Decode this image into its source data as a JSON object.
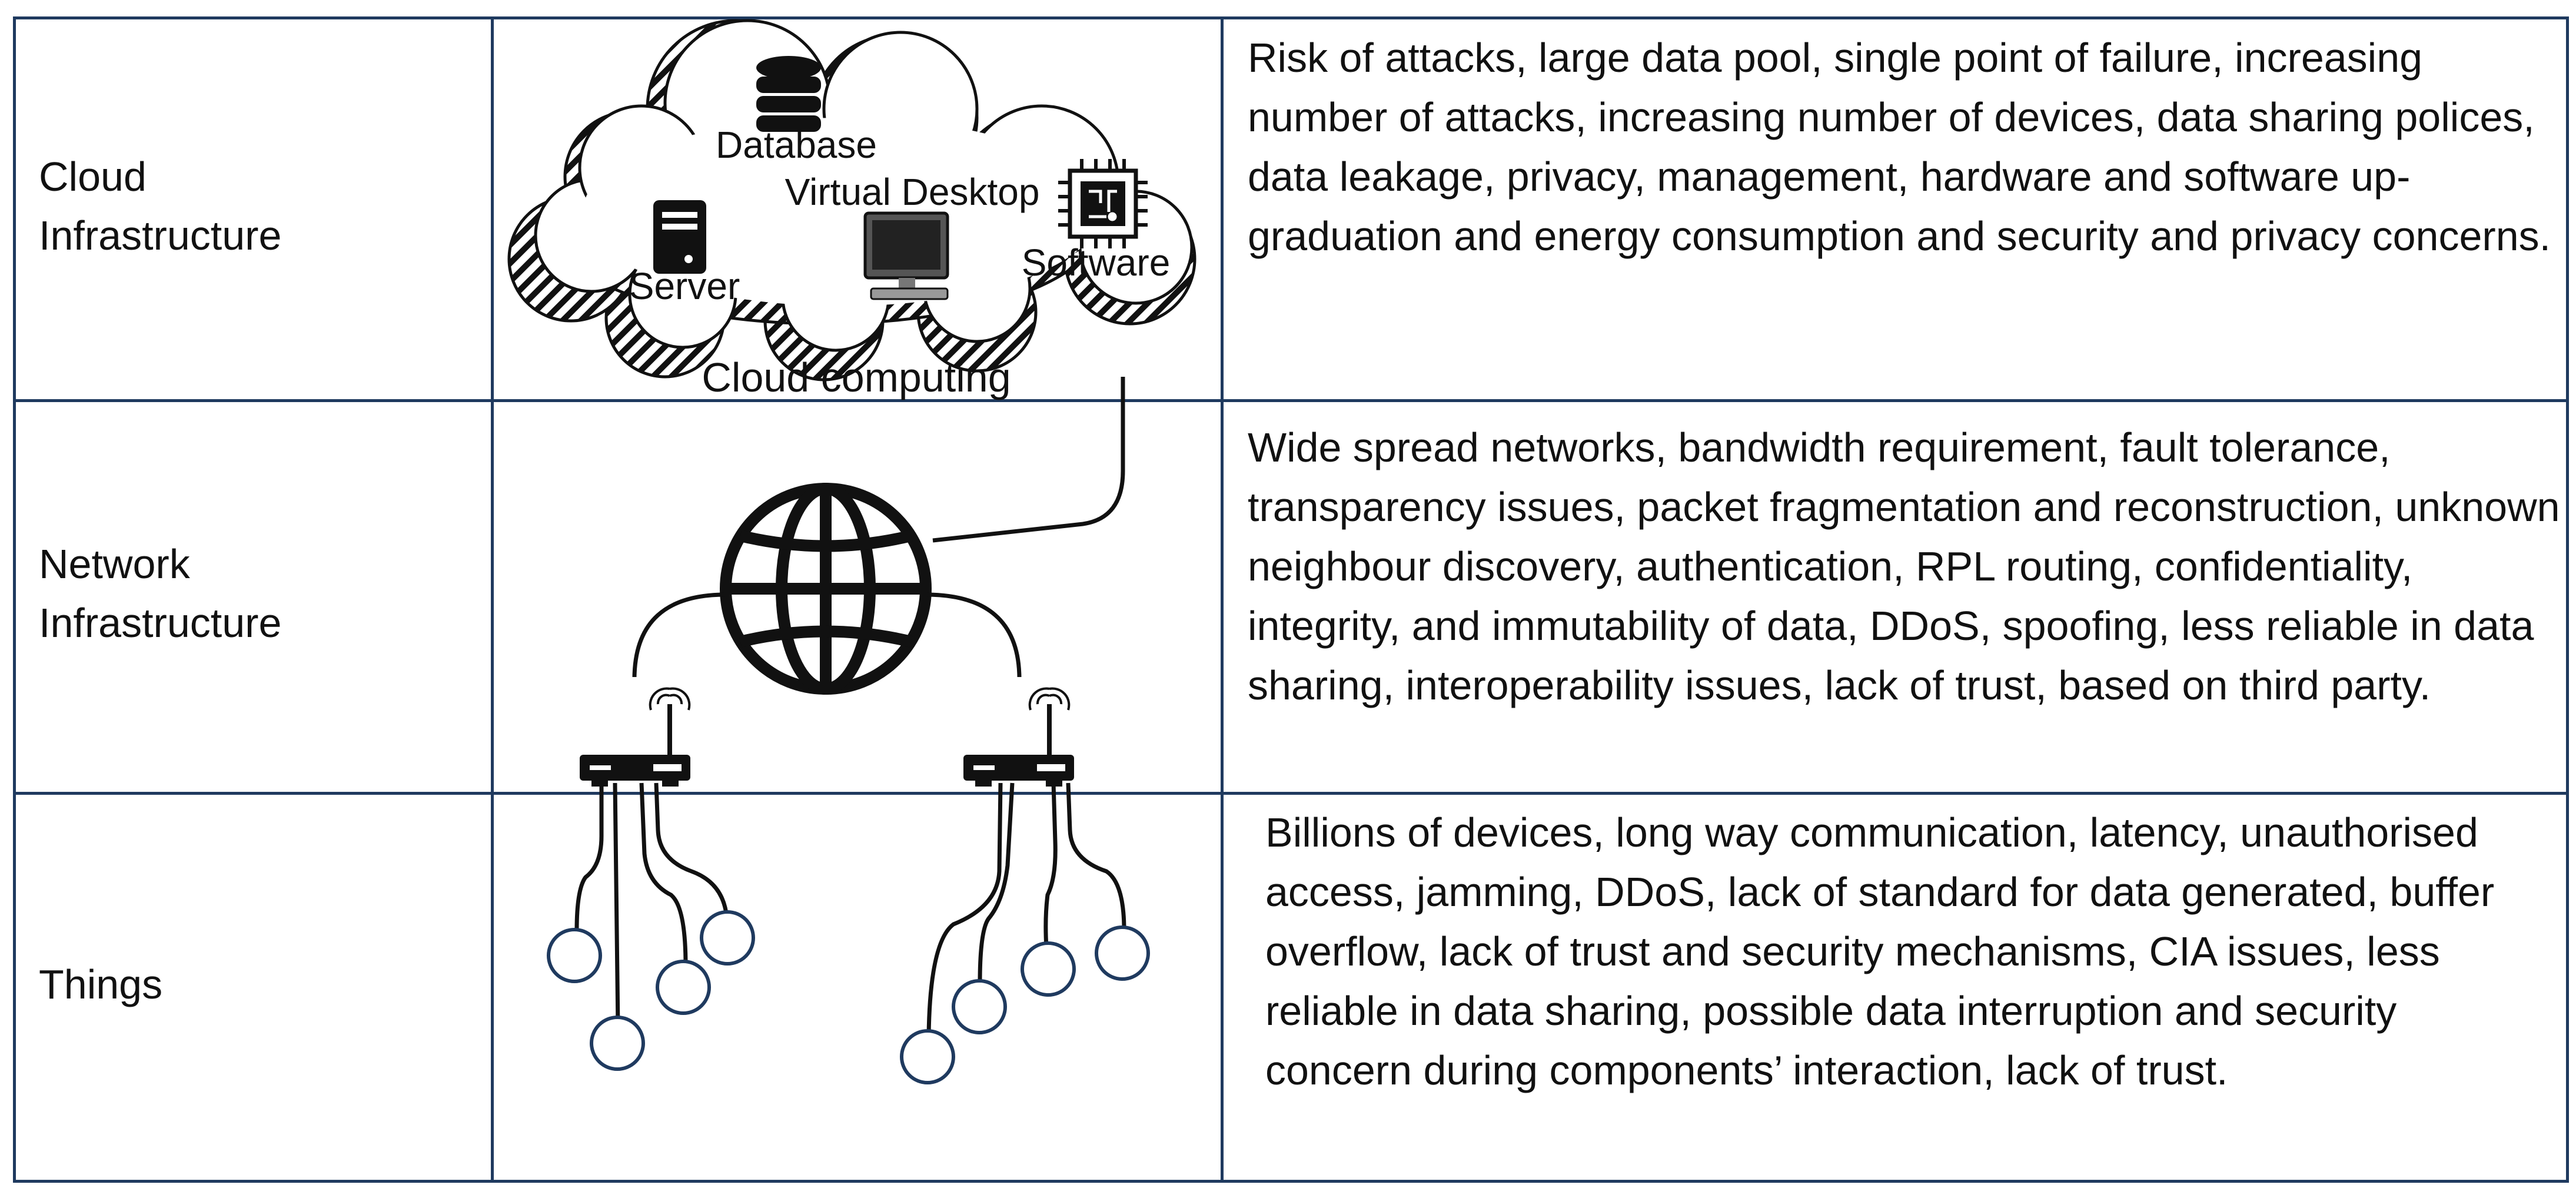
{
  "rows": [
    {
      "label": "Cloud\nInfrastructure",
      "description": "Risk of attacks, large data pool, single point of failure, increasing number of attacks, increasing number of devices, data sharing polices, data leakage, privacy, management, hardware and software up-graduation and energy consumption and security and privacy concerns."
    },
    {
      "label": "Network\nInfrastructure",
      "description": "Wide spread networks, bandwidth requirement, fault tolerance, transparency issues, packet fragmentation and reconstruction, unknown neighbour discovery, authentication, RPL routing, confidentiality, integrity, and immutability of data, DDoS, spoofing, less reliable in data sharing, interoperability issues, lack of trust, based on third party."
    },
    {
      "label": "Things",
      "description": "Billions of devices, long way communication, latency, unauthorised access, jamming, DDoS, lack of standard for data generated, buffer overflow, lack of trust and security mechanisms, CIA issues, less reliable in data sharing, possible data interruption and security concern during components’ interaction, lack of trust."
    }
  ],
  "cloud": {
    "database_label": "Database",
    "virtual_desktop_label": "Virtual Desktop",
    "server_label": "Server",
    "software_label": "Software",
    "cloud_label": "Cloud computing"
  },
  "icons": [
    "database-icon",
    "server-icon",
    "monitor-icon",
    "chip-icon",
    "globe-icon",
    "router-icon",
    "thing-node-icon"
  ],
  "colors": {
    "grid": "#1f3a5f",
    "node": "#1f3a5f",
    "ink": "#111111"
  }
}
